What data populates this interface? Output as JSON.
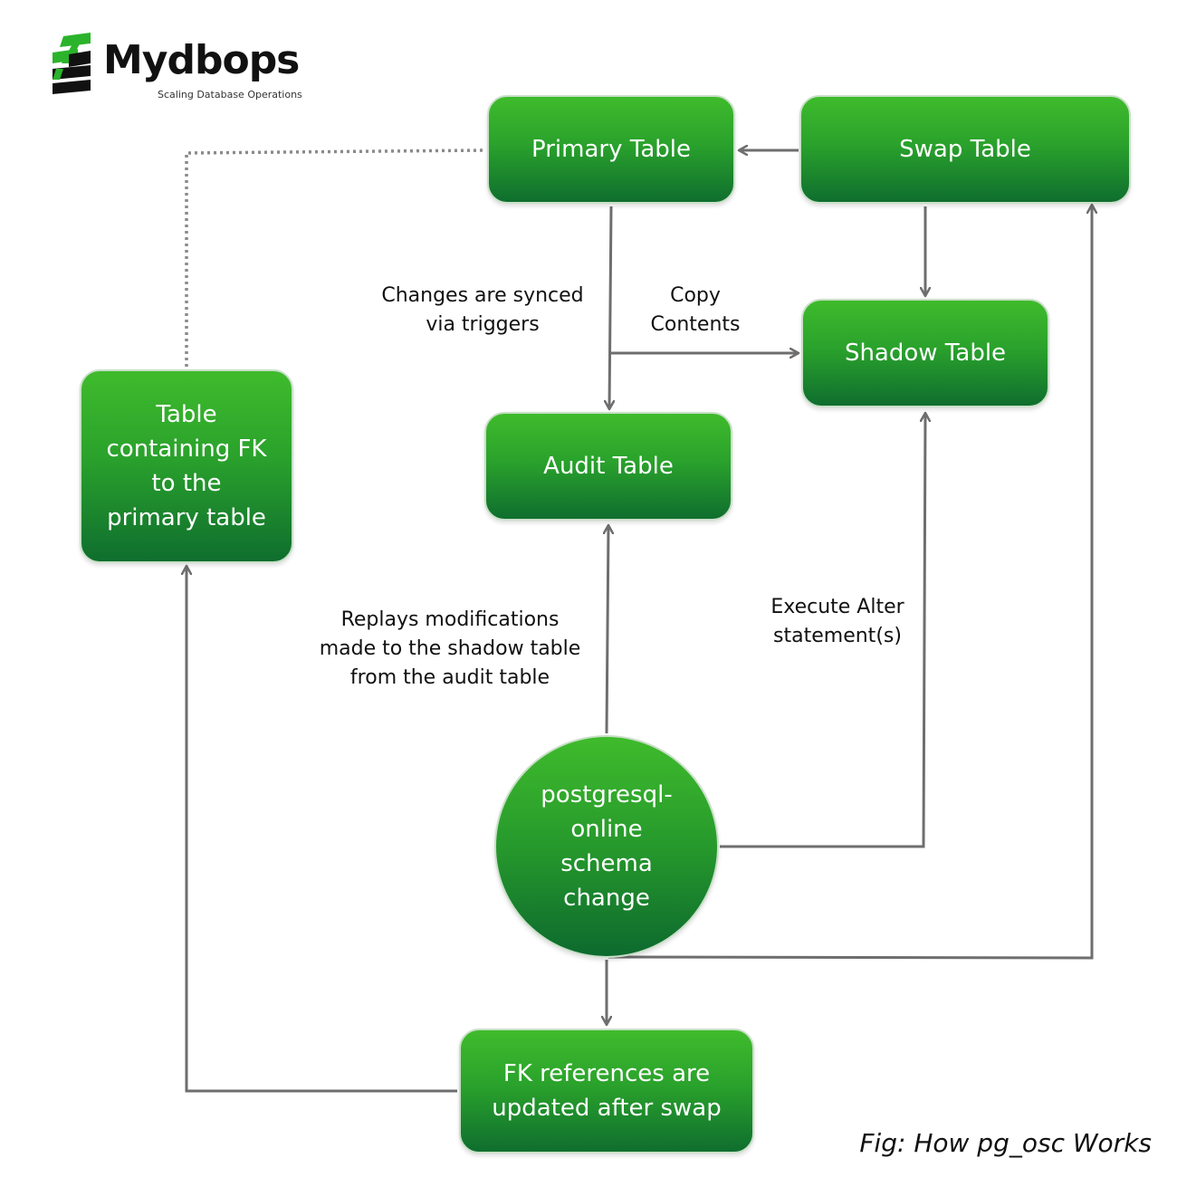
{
  "brand": {
    "name": "Mydbops",
    "tagline": "Scaling Database Operations",
    "logo_icon": "stacked-stripes-database-icon",
    "colors": {
      "icon_green": "#2bb32b",
      "icon_dark": "#111111"
    }
  },
  "nodes": {
    "primary_table": "Primary Table",
    "swap_table": "Swap Table",
    "shadow_table": "Shadow Table",
    "audit_table": "Audit Table",
    "fk_table": [
      "Table",
      "containing FK",
      "to the",
      "primary table"
    ],
    "pg_osc": [
      "postgresql-",
      "online",
      "schema",
      "change"
    ],
    "fk_updated": [
      "FK references are",
      "updated after swap"
    ]
  },
  "labels": {
    "synced_via_triggers": "Changes are synced\nvia triggers",
    "copy_contents": "Copy\nContents",
    "replays_modifications": "Replays modifications\nmade to the shadow table\nfrom the audit table",
    "execute_alter": "Execute Alter\nstatement(s)"
  },
  "caption": "Fig: How pg_osc Works",
  "colors": {
    "node_green_top": "#3fbb2c",
    "node_green_bottom": "#0f6e2e",
    "connector": "#6e6e6e",
    "dotted_connector": "#8a8a8a"
  }
}
